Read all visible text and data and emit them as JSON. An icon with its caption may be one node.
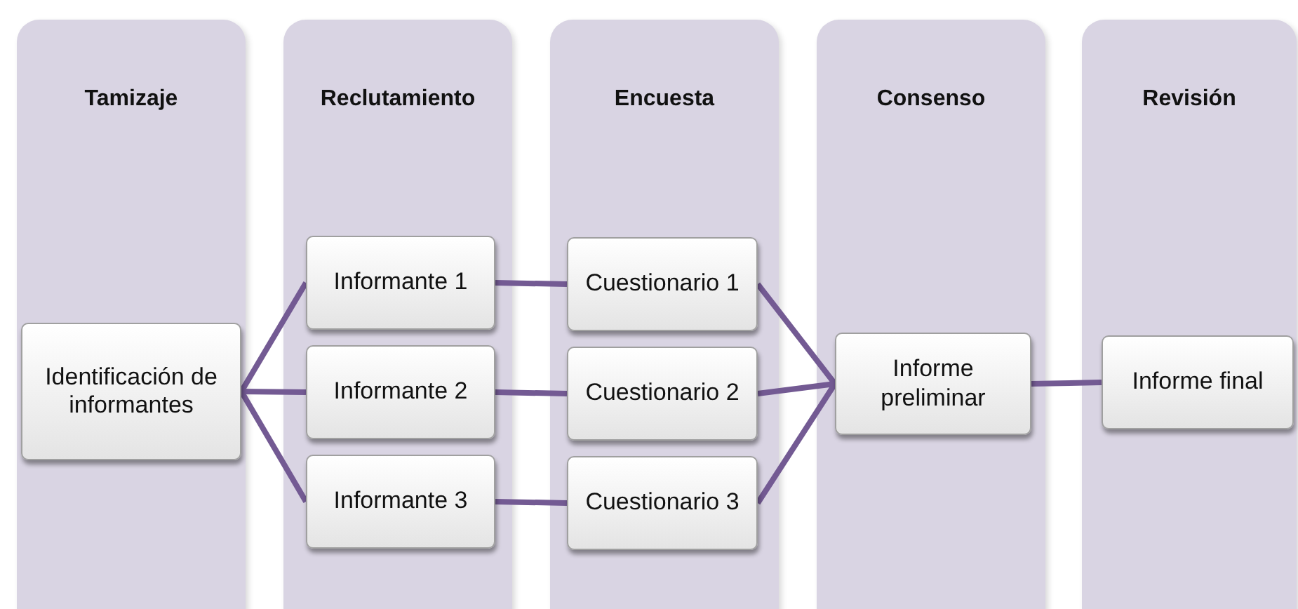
{
  "diagram": {
    "nodes": [
      {
        "text": [
          "Tamizaje"
        ]
      },
      {
        "text": [
          "Reclutamiento"
        ]
      },
      {
        "text": [
          "Encuesta"
        ]
      },
      {
        "text": [
          "Consenso"
        ]
      },
      {
        "text": [
          "Revisión"
        ]
      },
      {
        "text": [
          "Identificación de informantes"
        ],
        "in": 0
      },
      {
        "text": [
          "Informante 1"
        ],
        "in": 1
      },
      {
        "text": [
          "Informante 2"
        ],
        "in": 1
      },
      {
        "text": [
          "Informante 3"
        ],
        "in": 1
      },
      {
        "text": [
          "Cuestionario 1"
        ],
        "in": 2
      },
      {
        "text": [
          "Cuestionario 2"
        ],
        "in": 2
      },
      {
        "text": [
          "Cuestionario 3"
        ],
        "in": 2
      },
      {
        "text": [
          "Informe preliminar"
        ],
        "in": 3
      },
      {
        "text": [
          "Informe final"
        ],
        "in": 4
      }
    ],
    "edges": [
      {
        "from": 5,
        "to": 6,
        "arrow": "none"
      },
      {
        "from": 5,
        "to": 7,
        "arrow": "none"
      },
      {
        "from": 5,
        "to": 8,
        "arrow": "none"
      },
      {
        "from": 6,
        "to": 9,
        "arrow": "none"
      },
      {
        "from": 7,
        "to": 10,
        "arrow": "none"
      },
      {
        "from": 8,
        "to": 11,
        "arrow": "none"
      },
      {
        "from": 9,
        "to": 12,
        "arrow": "none"
      },
      {
        "from": 10,
        "to": 12,
        "arrow": "none"
      },
      {
        "from": 11,
        "to": 12,
        "arrow": "none"
      },
      {
        "from": 12,
        "to": 13,
        "arrow": "none"
      }
    ]
  }
}
